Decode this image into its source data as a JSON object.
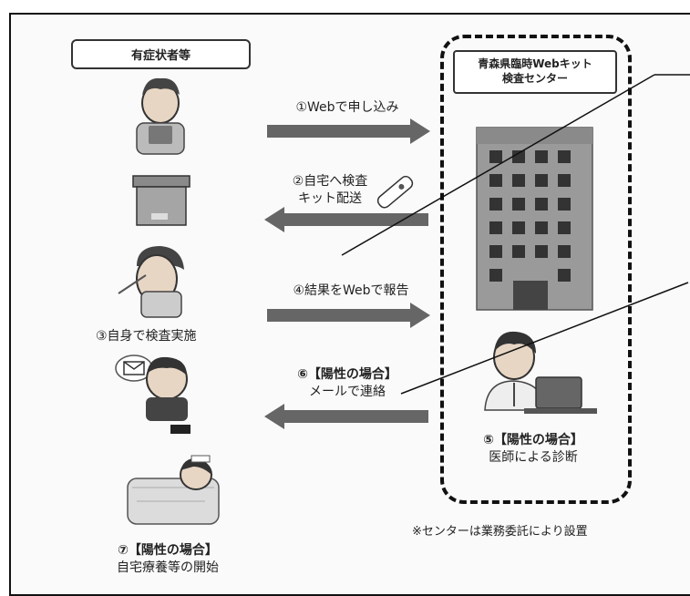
{
  "left_header": "有症状者等",
  "center": {
    "title_line1": "青森県臨時Webキット",
    "title_line2": "検査センター",
    "note": "※センターは業務委託により設置"
  },
  "steps": {
    "s1": "①Webで申し込み",
    "s2_line1": "②自宅へ検査",
    "s2_line2": "キット配送",
    "s3": "③自身で検査実施",
    "s4": "④結果をWebで報告",
    "s5_line1": "⑤【陽性の場合】",
    "s5_line2": "医師による診断",
    "s6_line1": "⑥【陽性の場合】",
    "s6_line2": "メールで連絡",
    "s7_line1": "⑦【陽性の場合】",
    "s7_line2": "自宅療養等の開始"
  }
}
